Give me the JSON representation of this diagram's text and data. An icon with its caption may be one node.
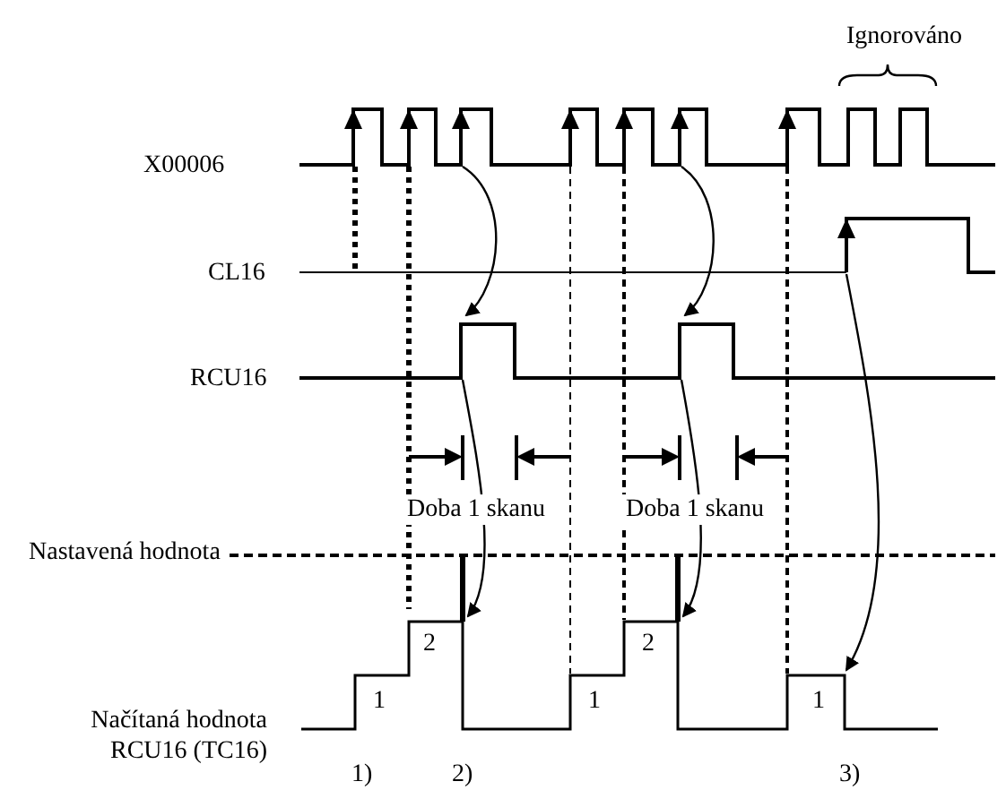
{
  "diagram": {
    "labels": [
      "Ignorováno",
      "X00006",
      "CL16",
      "RCU16",
      "Doba 1 skanu",
      "Doba 1 skanu",
      "Nastavená hodnota",
      "2",
      "2",
      "1",
      "1",
      "1",
      "Načítaná hodnota RCU16 (TC16)",
      "1)",
      "2)",
      "3)"
    ]
  }
}
